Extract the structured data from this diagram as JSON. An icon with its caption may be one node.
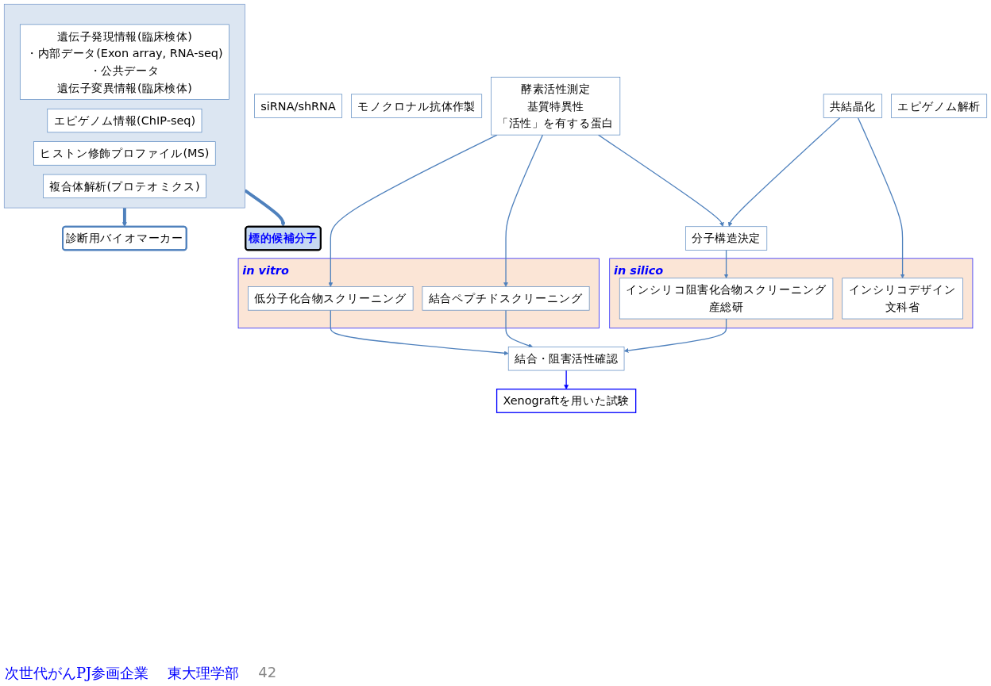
{
  "diagram": {
    "nodes": [
      {
        "text": [],
        "shape": "box"
      },
      {
        "text": [
          "遺伝子発現情報(臨床検体)",
          "・内部データ(Exon array, RNA-seq)",
          "・公共データ",
          "遺伝子変異情報(臨床検体)"
        ],
        "in": 0
      },
      {
        "text": [
          "エピゲノム情報(ChIP-seq)"
        ],
        "in": 0
      },
      {
        "text": [
          "ヒストン修飾プロファイル(MS)"
        ],
        "in": 0
      },
      {
        "text": [
          "複合体解析(プロテオミクス)"
        ],
        "in": 0
      },
      {
        "text": [
          "診断用バイオマーカー"
        ]
      },
      {
        "text": [
          "標的候補分子"
        ]
      },
      {
        "text": [
          "siRNA/shRNA"
        ]
      },
      {
        "text": [
          "モノクロナル抗体作製"
        ]
      },
      {
        "text": [
          "酵素活性測定",
          "基質特異性",
          "「活性」を有する蛋白"
        ]
      },
      {
        "text": [
          "分子構造決定"
        ]
      },
      {
        "text": [
          "in vitro"
        ]
      },
      {
        "text": [
          "低分子化合物スクリーニング"
        ],
        "in": 11
      },
      {
        "text": [
          "結合ペプチドスクリーニング"
        ],
        "in": 11
      },
      {
        "text": [
          "in silico"
        ]
      },
      {
        "text": [
          "インシリコ阻害化合物スクリーニング",
          "産総研"
        ],
        "in": 14
      },
      {
        "text": [
          "インシリコデザイン",
          "文科省"
        ],
        "in": 14
      },
      {
        "text": [
          "結合・阻害活性確認"
        ]
      },
      {
        "text": [
          "Xenograftを用いた試験"
        ]
      },
      {
        "text": [
          "共結晶化"
        ]
      },
      {
        "text": [
          "エピゲノム解析"
        ]
      }
    ],
    "edges": [
      {
        "from": 0,
        "to": 5,
        "arrow": "to",
        "style": "thick"
      },
      {
        "from": 0,
        "to": 6,
        "arrow": "to",
        "style": "thick"
      },
      {
        "from": 9,
        "to": 10,
        "arrow": "to"
      },
      {
        "from": 9,
        "to": 12,
        "arrow": "to"
      },
      {
        "from": 9,
        "to": 13,
        "arrow": "to"
      },
      {
        "from": 10,
        "to": 15,
        "arrow": "to"
      },
      {
        "from": 12,
        "to": 17,
        "arrow": "to"
      },
      {
        "from": 13,
        "to": 17,
        "arrow": "to"
      },
      {
        "from": 15,
        "to": 17,
        "arrow": "to"
      },
      {
        "from": 17,
        "to": 18,
        "arrow": "to",
        "color": "#0000ff"
      },
      {
        "from": 19,
        "to": 16,
        "arrow": "to"
      },
      {
        "from": 19,
        "to": 10,
        "arrow": "to"
      }
    ],
    "labels": [
      "次世代がんPJ参画企業",
      "東大理学部",
      "42"
    ]
  }
}
